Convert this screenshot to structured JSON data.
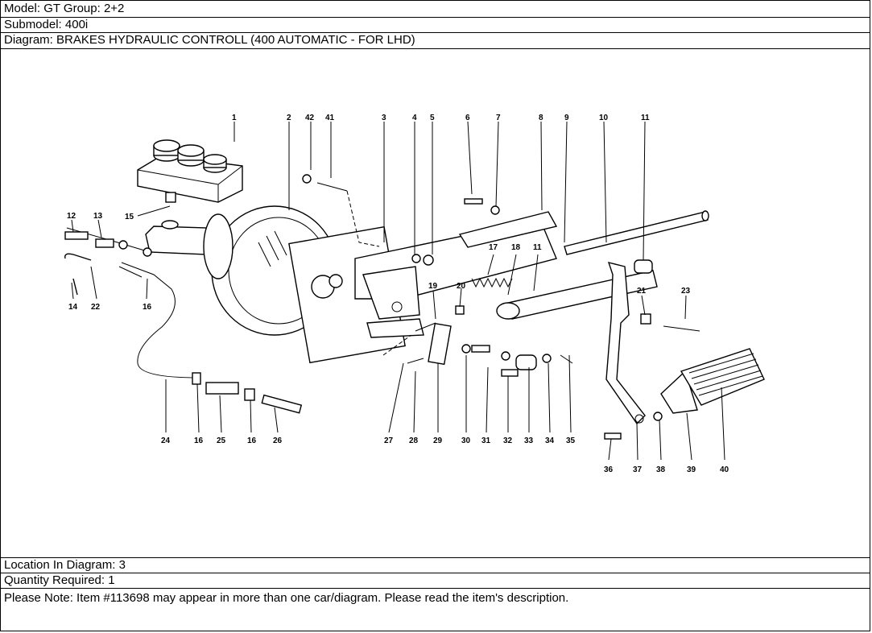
{
  "header": {
    "model": "Model: GT Group: 2+2",
    "submodel": "Submodel: 400i",
    "diagram": "Diagram: BRAKES HYDRAULIC CONTROLL (400 AUTOMATIC - FOR LHD)"
  },
  "footer": {
    "location": "Location In Diagram: 3",
    "quantity": "Quantity Required: 1",
    "note": "Please Note: Item #113698 may appear in more than one car/diagram. Please read the item's description."
  },
  "callouts": [
    "1",
    "2",
    "42",
    "41",
    "3",
    "4",
    "5",
    "6",
    "7",
    "8",
    "9",
    "10",
    "11",
    "12",
    "13",
    "15",
    "14",
    "22",
    "16",
    "17",
    "18",
    "11",
    "19",
    "20",
    "21",
    "23",
    "24",
    "16",
    "25",
    "16",
    "26",
    "27",
    "28",
    "29",
    "30",
    "31",
    "32",
    "33",
    "34",
    "35",
    "36",
    "37",
    "38",
    "39",
    "40"
  ]
}
